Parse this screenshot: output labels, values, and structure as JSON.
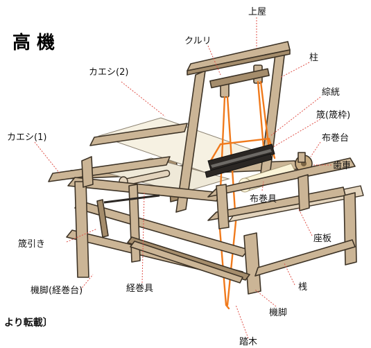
{
  "title": "高 機",
  "footer_text": "より転載〕",
  "labels": {
    "jouya": "上屋",
    "kururi": "クルリ",
    "hashira": "柱",
    "kaeshi2": "カエシ(2)",
    "sougen": "綜絖",
    "osa": "筬(筬枠)",
    "nunomakidai": "布巻台",
    "kaeshi1": "カエシ(1)",
    "haguruma": "歯車",
    "nunomakigu": "布巻具",
    "osabiki": "筬引き",
    "zaita": "座板",
    "hatakyaku_kei": "機脚(経巻台)",
    "hemakigu": "経巻具",
    "sen": "桟",
    "hatakyaku": "機脚",
    "fumiki": "踏木"
  }
}
